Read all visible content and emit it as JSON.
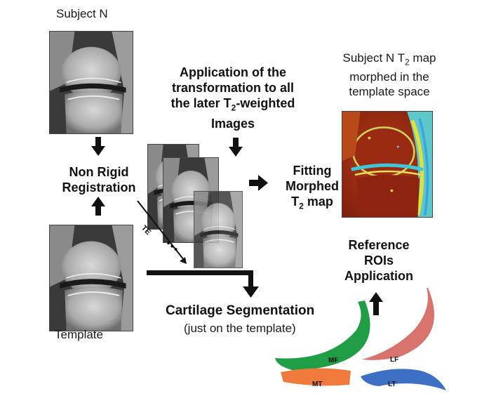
{
  "labels": {
    "subject_n": "Subject N",
    "template": "Template",
    "registration_line1": "Non Rigid",
    "registration_line2": "Registration",
    "application_line1": "Application of the",
    "application_line2": "transformation to all",
    "application_line3_pre": "the later T",
    "application_line3_sub": "2",
    "application_line3_post": "-weighted",
    "application_line4": "Images",
    "fitting_line1": "Fitting",
    "fitting_line2": "Morphed",
    "fitting_line3_pre": "T",
    "fitting_line3_sub": "2",
    "fitting_line3_post": " map",
    "morphed_line1_pre": "Subject N T",
    "morphed_line1_sub": "2",
    "morphed_line1_post": " map",
    "morphed_line2": "morphed in the",
    "morphed_line3": "template space",
    "reference_line1": "Reference",
    "reference_line2": "ROIs",
    "reference_line3": "Application",
    "segmentation_title": "Cartilage Segmentation",
    "segmentation_subtitle": "(just on the template)",
    "te_label": "TE",
    "dots": "•••",
    "roi_mf": "MF",
    "roi_mt": "MT",
    "roi_lf": "LF",
    "roi_lt": "LT"
  },
  "colors": {
    "roi_mf": "#1f9e45",
    "roi_mt": "#f07a3c",
    "roi_lf": "#d9736e",
    "roi_lt": "#3d6fc4",
    "arrow": "#111111",
    "t2_background": "#9a2a12"
  }
}
